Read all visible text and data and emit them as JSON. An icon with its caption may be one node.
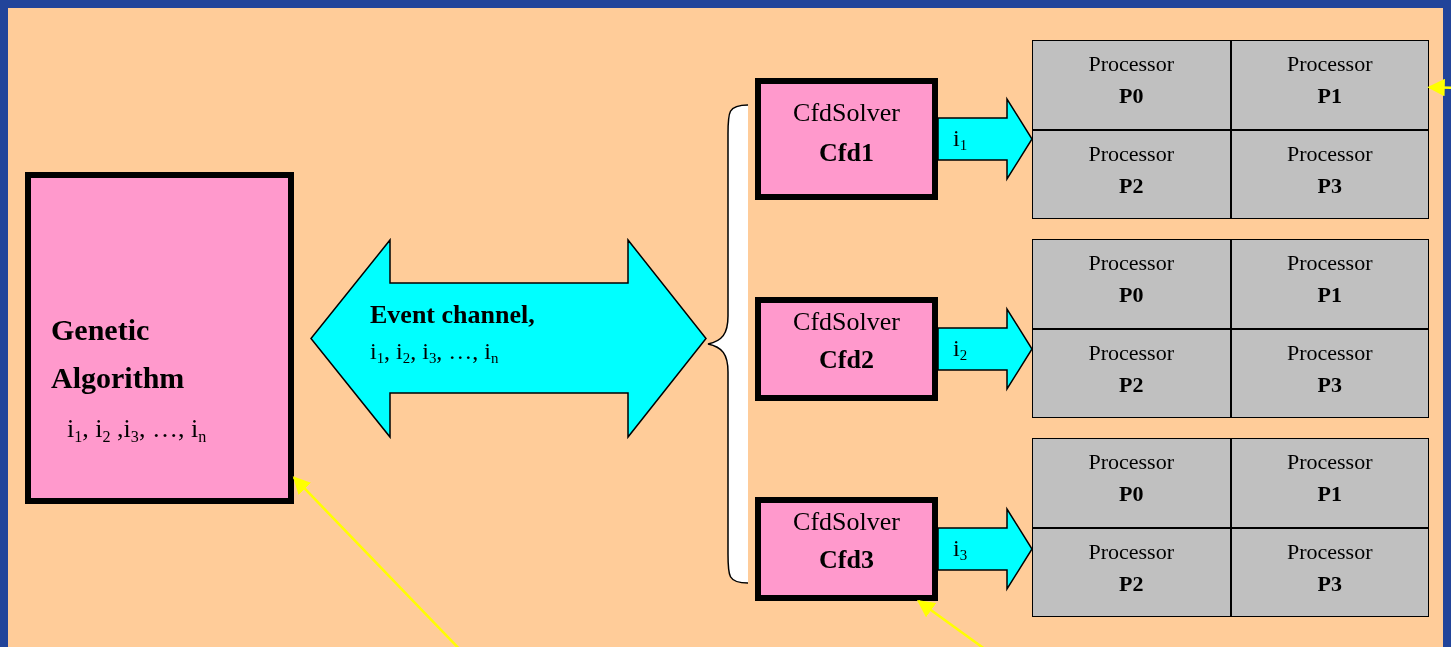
{
  "diagram": {
    "nodes": [
      {
        "text": [
          "Genetic Algorithm",
          "i$_{1}$, i$_{2}$ ,i$_{3}$, …, i$_{n}$"
        ]
      },
      {
        "text": [
          "Event channel,",
          "i$_{1}$, i$_{2}$, i$_{3}$, …, i$_{n}$"
        ]
      },
      {
        "text": [],
        "shape": "brace"
      },
      {
        "text": [
          "CfdSolver",
          "Cfd1"
        ]
      },
      {
        "text": [],
        "shape": "box"
      },
      {
        "text": [
          "Processor",
          "P0"
        ],
        "in": 4
      },
      {
        "text": [
          "Processor",
          "P1"
        ],
        "in": 4
      },
      {
        "text": [
          "Processor",
          "P2"
        ],
        "in": 4
      },
      {
        "text": [
          "Processor",
          "P3"
        ],
        "in": 4
      },
      {
        "text": [
          "CfdSolver",
          "Cfd2"
        ]
      },
      {
        "text": [],
        "shape": "box"
      },
      {
        "text": [
          "Processor",
          "P0"
        ],
        "in": 10
      },
      {
        "text": [
          "Processor",
          "P1"
        ],
        "in": 10
      },
      {
        "text": [
          "Processor",
          "P2"
        ],
        "in": 10
      },
      {
        "text": [
          "Processor",
          "P3"
        ],
        "in": 10
      },
      {
        "text": [
          "CfdSolver",
          "Cfd3"
        ]
      },
      {
        "text": [],
        "shape": "box"
      },
      {
        "text": [
          "Processor",
          "P0"
        ],
        "in": 16
      },
      {
        "text": [
          "Processor",
          "P1"
        ],
        "in": 16
      },
      {
        "text": [
          "Processor",
          "P2"
        ],
        "in": 16
      },
      {
        "text": [
          "Processor",
          "P3"
        ],
        "in": 16
      }
    ],
    "edges": [
      {
        "from": 3,
        "to": 4,
        "arrow": "to",
        "label": "i$_{1}$",
        "style": "thick",
        "color": "#00ffff"
      },
      {
        "from": 9,
        "to": 10,
        "arrow": "to",
        "label": "i$_{2}$",
        "style": "thick",
        "color": "#00ffff"
      },
      {
        "from": 15,
        "to": 16,
        "arrow": "to",
        "label": "i$_{3}$",
        "style": "thick",
        "color": "#00ffff"
      },
      {
        "from": null,
        "to": 0,
        "arrow": "to",
        "color": "#ffff00"
      },
      {
        "from": null,
        "to": 15,
        "arrow": "to",
        "color": "#ffff00"
      },
      {
        "from": null,
        "to": 6,
        "arrow": "to",
        "color": "#ffff00"
      }
    ]
  }
}
